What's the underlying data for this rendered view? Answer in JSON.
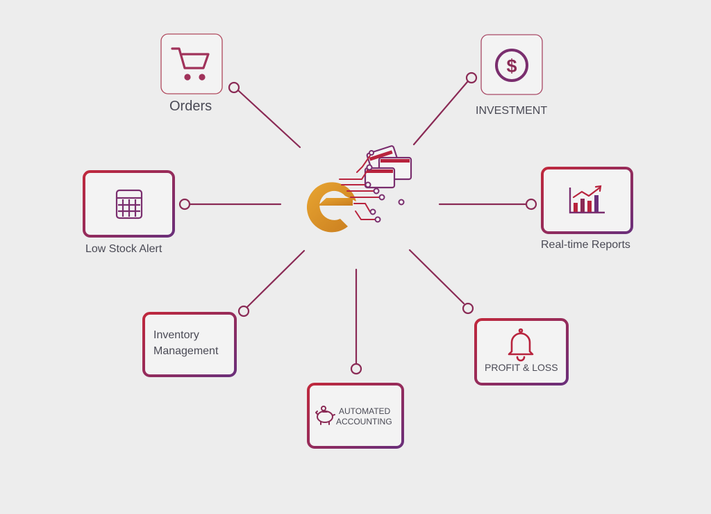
{
  "colors": {
    "background": "#ededed",
    "accent_red": "#b8243e",
    "accent_purple": "#6a2f7a",
    "line": "#8a2a55",
    "logo_gold": "#d9952a",
    "text": "#4a4a55"
  },
  "nodes": {
    "orders": {
      "label": "Orders",
      "icon": "shopping-cart-icon"
    },
    "investment": {
      "label": "INVESTMENT",
      "icon": "dollar-coin-icon"
    },
    "low_stock_alert": {
      "label": "Low Stock Alert",
      "icon": "calculator-icon"
    },
    "realtime_reports": {
      "label": "Real-time Reports",
      "icon": "bar-chart-icon"
    },
    "inventory_management": {
      "label_line1": "Inventory",
      "label_line2": "Management"
    },
    "profit_loss": {
      "label": "PROFIT & LOSS",
      "icon": "bell-icon"
    },
    "automated_accounting": {
      "label_line1": "AUTOMATED",
      "label_line2": "ACCOUNTING",
      "icon": "piggy-bank-icon"
    }
  },
  "center_logo": {
    "icon": "e-commerce-logo-icon"
  }
}
